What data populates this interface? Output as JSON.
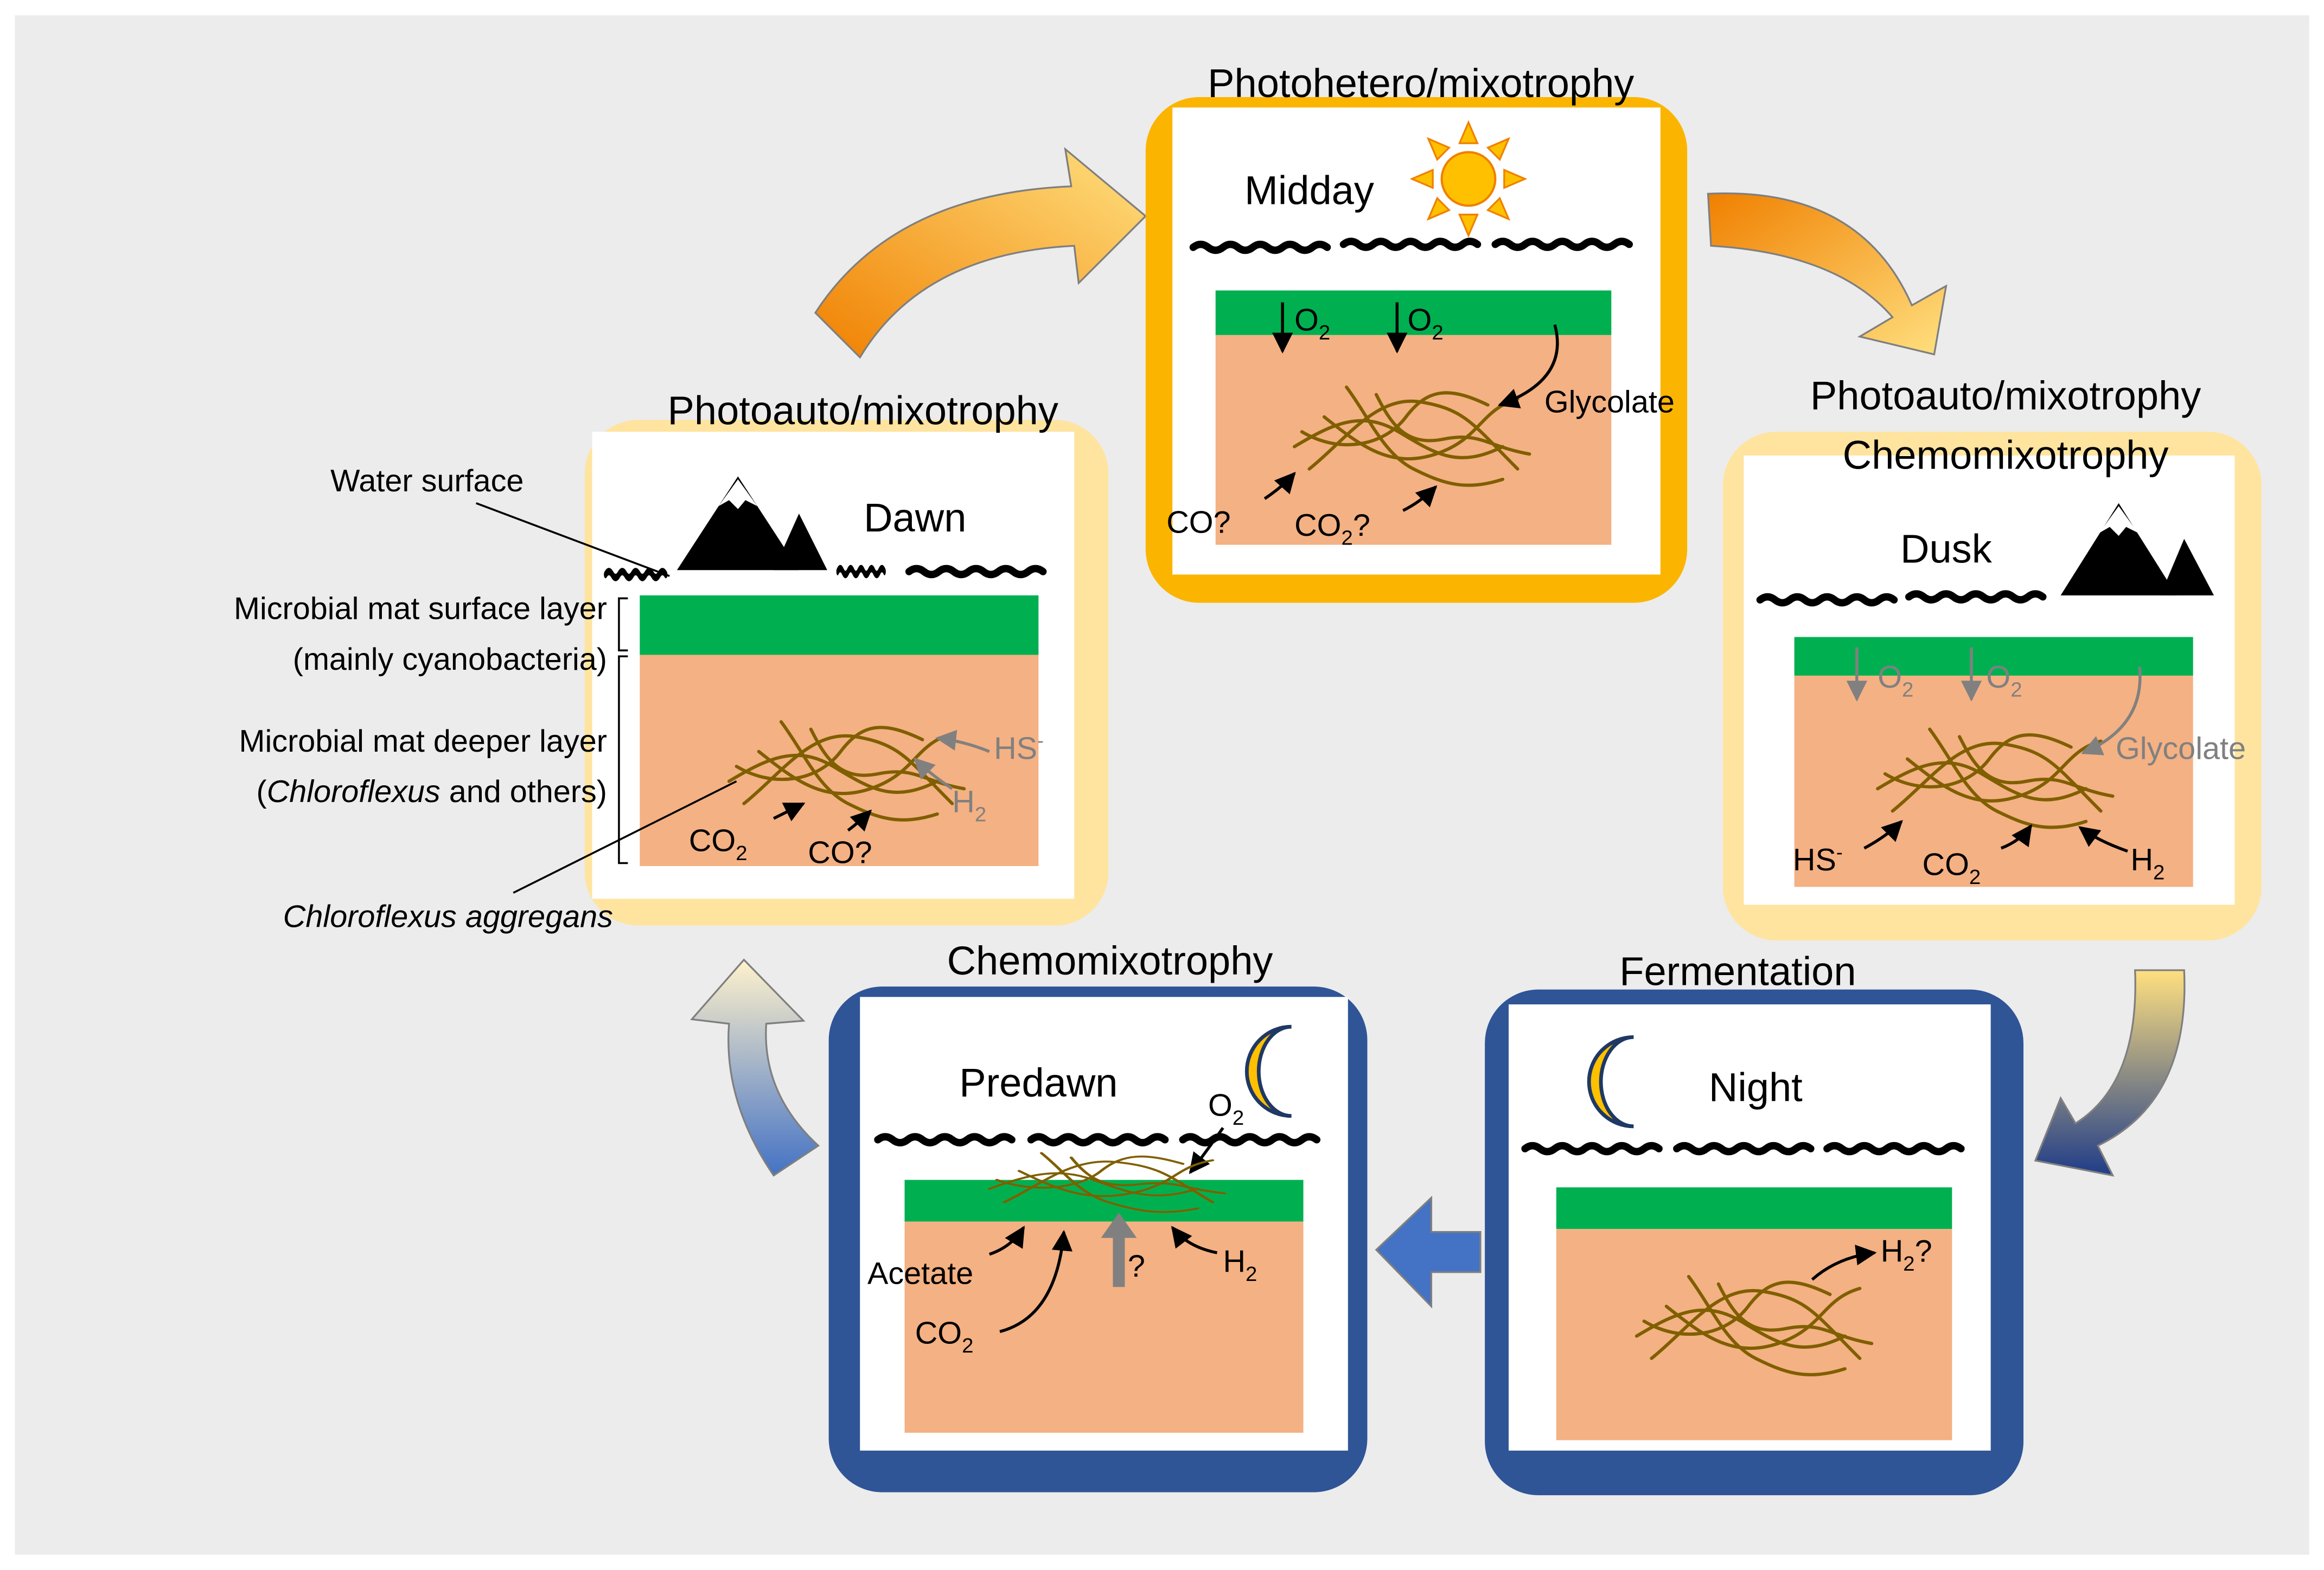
{
  "panels": {
    "dawn": {
      "heading": "Photoauto/mixotrophy",
      "time": "Dawn"
    },
    "midday": {
      "heading": "Photohetero/mixotrophy",
      "time": "Midday"
    },
    "dusk": {
      "heading_line1": "Photoauto/mixotrophy",
      "heading_line2": "Chemomixotrophy",
      "time": "Dusk"
    },
    "night": {
      "heading": "Fermentation",
      "time": "Night"
    },
    "predawn": {
      "heading": "Chemomixotrophy",
      "time": "Predawn"
    }
  },
  "legend": {
    "water_surface": "Water surface",
    "surface_layer_line1": "Microbial mat surface layer",
    "surface_layer_line2": "(mainly cyanobacteria)",
    "deeper_layer_line1": "Microbial mat deeper layer",
    "deeper_layer_line2_pre": "(",
    "deeper_layer_line2_italic": "Chloroflexus",
    "deeper_layer_line2_post": " and others)",
    "organism": "Chloroflexus aggregans"
  },
  "labels": {
    "hs": "HS",
    "h2": "H",
    "co2": "CO",
    "co": "CO?",
    "o2": "O",
    "glycolate": "Glycolate",
    "acetate": "Acetate",
    "question": "?",
    "sub2": "2",
    "minus": "-",
    "q": "?"
  },
  "colors": {
    "background": "#ececec",
    "day_frame": "#ffe4a0",
    "midday_frame": "#fbb500",
    "night_frame": "#2f5597",
    "mat_surface": "#00b050",
    "mat_deep": "#f4b183",
    "filament": "#7f5f00",
    "grey_label": "#808080",
    "sun": "#ffc000"
  },
  "icons": [
    "sun-icon",
    "mountain-icon",
    "moon-icon",
    "wave-icon",
    "cycle-arrow-icon",
    "filament-icon"
  ]
}
